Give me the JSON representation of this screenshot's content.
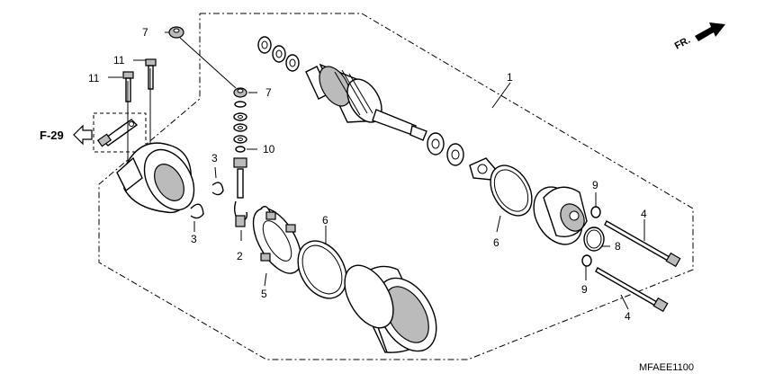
{
  "diagram": {
    "code": "MFAEE1100",
    "direction": "FR.",
    "ref_page": "F-29",
    "callouts": [
      "1",
      "2",
      "3",
      "3",
      "4",
      "4",
      "5",
      "6",
      "6",
      "7",
      "7",
      "8",
      "9",
      "9",
      "10",
      "11",
      "11"
    ]
  },
  "colors": {
    "ink": "#000000",
    "paper": "#ffffff",
    "shade": "#bbbbbb"
  }
}
